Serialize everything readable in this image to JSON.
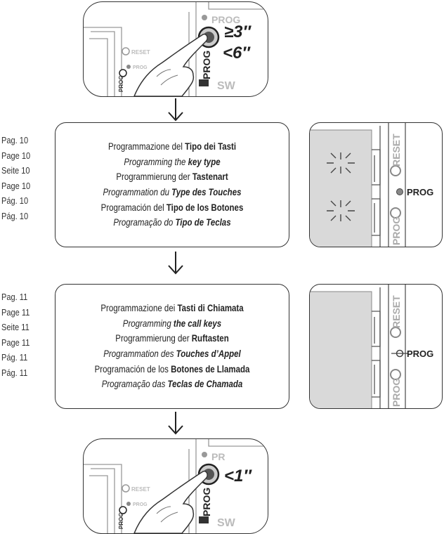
{
  "top_image": {
    "prog_label": "PROG",
    "reset_label": "RESET",
    "prog_small": "PROG",
    "prog_vertical": "PROG",
    "time_min": "≥3″",
    "time_max": "<6″",
    "sw_label": "SW"
  },
  "section1": {
    "pages": [
      "Pag. 10",
      "Page 10",
      "Seite 10",
      "Page 10",
      "Pág. 10",
      "Pág. 10"
    ],
    "lines": [
      {
        "pre": "Programmazione del ",
        "bold": "Tipo dei Tasti",
        "italic": false
      },
      {
        "pre": "Programming the ",
        "bold": "key type",
        "italic": true
      },
      {
        "pre": "Programmierung der ",
        "bold": "Tastenart",
        "italic": false
      },
      {
        "pre": "Programmation du ",
        "bold": "Type des Touches",
        "italic": true
      },
      {
        "pre": "Programación del ",
        "bold": "Tipo de los Botones",
        "italic": false
      },
      {
        "pre": "Programação do ",
        "bold": "Tipo de Teclas",
        "italic": true
      }
    ],
    "panel": {
      "reset_label": "RESET",
      "prog_label": "PROG",
      "prog_vertical": "PROG"
    }
  },
  "section2": {
    "pages": [
      "Pag. 11",
      "Page 11",
      "Seite 11",
      "Page 11",
      "Pág. 11",
      "Pág. 11"
    ],
    "lines": [
      {
        "pre": "Programmazione dei ",
        "bold": "Tasti di Chiamata",
        "italic": false
      },
      {
        "pre": "Programming ",
        "bold": "the call keys",
        "italic": true
      },
      {
        "pre": "Programmierung der ",
        "bold": "Ruftasten",
        "italic": false
      },
      {
        "pre": "Programmation des ",
        "bold": "Touches d’Appel",
        "italic": true
      },
      {
        "pre": "Programación de los ",
        "bold": "Botones de Llamada",
        "italic": false
      },
      {
        "pre": "Programação das ",
        "bold": "Teclas de Chamada",
        "italic": true
      }
    ],
    "panel": {
      "reset_label": "RESET",
      "prog_label": "PROG",
      "prog_vertical": "PROG"
    }
  },
  "bottom_image": {
    "prog_label": "PR",
    "reset_label": "RESET",
    "prog_small": "PROG",
    "prog_vertical": "PROG",
    "time": "<1″",
    "sw_label": "SW"
  }
}
